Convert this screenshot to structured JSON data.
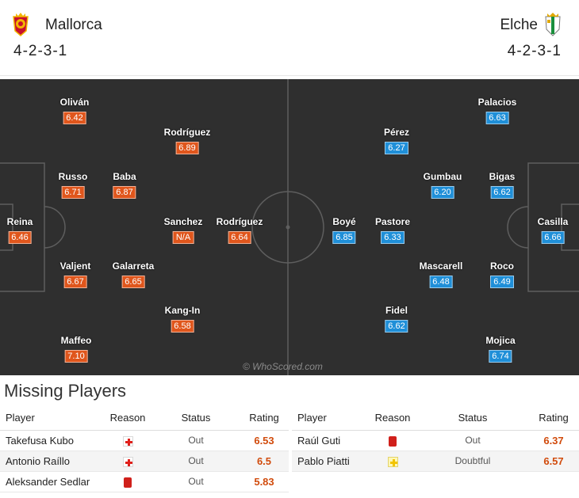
{
  "header": {
    "home": {
      "name": "Mallorca",
      "formation": "4-2-3-1",
      "crest": "mallorca-crest-icon"
    },
    "away": {
      "name": "Elche",
      "formation": "4-2-3-1",
      "crest": "elche-crest-icon"
    }
  },
  "pitch": {
    "watermark": "© WhoScored.com",
    "home_players": [
      {
        "name": "Oliván",
        "rating": "6.42"
      },
      {
        "name": "Rodríguez",
        "rating": "6.89"
      },
      {
        "name": "Russo",
        "rating": "6.71"
      },
      {
        "name": "Baba",
        "rating": "6.87"
      },
      {
        "name": "Reina",
        "rating": "6.46"
      },
      {
        "name": "Sanchez",
        "rating": "N/A"
      },
      {
        "name": "Rodríguez",
        "rating": "6.64"
      },
      {
        "name": "Valjent",
        "rating": "6.67"
      },
      {
        "name": "Galarreta",
        "rating": "6.65"
      },
      {
        "name": "Kang-In",
        "rating": "6.58"
      },
      {
        "name": "Maffeo",
        "rating": "7.10"
      }
    ],
    "away_players": [
      {
        "name": "Palacios",
        "rating": "6.63"
      },
      {
        "name": "Pérez",
        "rating": "6.27"
      },
      {
        "name": "Gumbau",
        "rating": "6.20"
      },
      {
        "name": "Bigas",
        "rating": "6.62"
      },
      {
        "name": "Boyé",
        "rating": "6.85"
      },
      {
        "name": "Pastore",
        "rating": "6.33"
      },
      {
        "name": "Casilla",
        "rating": "6.66"
      },
      {
        "name": "Mascarell",
        "rating": "6.48"
      },
      {
        "name": "Roco",
        "rating": "6.49"
      },
      {
        "name": "Fidel",
        "rating": "6.62"
      },
      {
        "name": "Mojica",
        "rating": "6.74"
      }
    ]
  },
  "missing": {
    "title": "Missing Players",
    "columns": {
      "player": "Player",
      "reason": "Reason",
      "status": "Status",
      "rating": "Rating"
    },
    "home": [
      {
        "player": "Takefusa Kubo",
        "reason": "injury-icon",
        "status": "Out",
        "rating": "6.53"
      },
      {
        "player": "Antonio Raíllo",
        "reason": "injury-icon",
        "status": "Out",
        "rating": "6.5"
      },
      {
        "player": "Aleksander Sedlar",
        "reason": "red-card-icon",
        "status": "Out",
        "rating": "5.83"
      }
    ],
    "away": [
      {
        "player": "Raúl Guti",
        "reason": "red-card-icon",
        "status": "Out",
        "rating": "6.37"
      },
      {
        "player": "Pablo Piatti",
        "reason": "doubtful-icon",
        "status": "Doubtful",
        "rating": "6.57"
      }
    ]
  },
  "colors": {
    "home_rating": "#e0561c",
    "away_rating": "#1f8fd8",
    "pitch": "#2f2f2f",
    "missing_rating": "#d14b0c"
  }
}
